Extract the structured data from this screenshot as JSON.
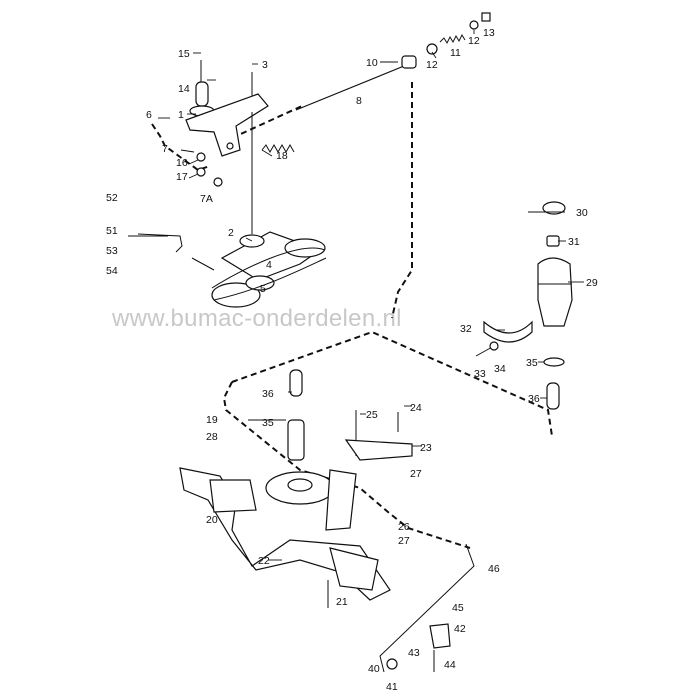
{
  "watermark": "www.bumac-onderdelen.nl",
  "callouts": [
    "1",
    "2",
    "3",
    "4",
    "5",
    "6",
    "7",
    "7A",
    "8",
    "10",
    "11",
    "12",
    "12",
    "13",
    "14",
    "15",
    "16",
    "17",
    "18",
    "19",
    "20",
    "21",
    "22",
    "23",
    "24",
    "25",
    "26",
    "27",
    "27",
    "28",
    "29",
    "30",
    "31",
    "32",
    "33",
    "34",
    "35",
    "35",
    "36",
    "36",
    "40",
    "41",
    "42",
    "43",
    "44",
    "45",
    "46",
    "51",
    "52",
    "53",
    "54"
  ]
}
